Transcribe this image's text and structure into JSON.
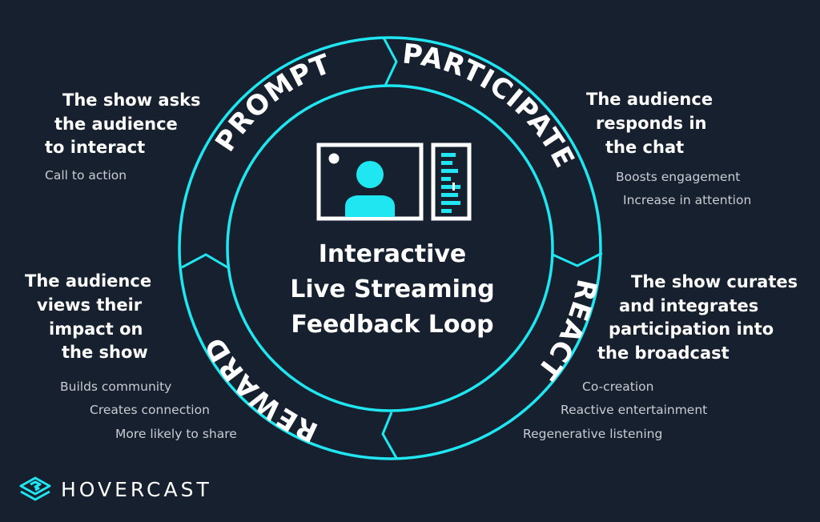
{
  "title": [
    "Interactive",
    "Live Streaming",
    "Feedback Loop"
  ],
  "colors": {
    "background": "#16202e",
    "accent": "#1fe6f0",
    "text": "#ffffff",
    "subtext": "#c9cdd3"
  },
  "stages": [
    {
      "label": "PROMPT",
      "headline": [
        "The show asks",
        "the audience",
        "to interact"
      ],
      "details": [
        "Call to action"
      ]
    },
    {
      "label": "PARTICIPATE",
      "headline": [
        "The audience",
        "responds in",
        "the chat"
      ],
      "details": [
        "Boosts engagement",
        "Increase in attention"
      ]
    },
    {
      "label": "REACT",
      "headline": [
        "The show curates",
        "and integrates",
        "participation into",
        "the broadcast"
      ],
      "details": [
        "Co-creation",
        "Reactive entertainment",
        "Regenerative listening"
      ]
    },
    {
      "label": "REWARD",
      "headline": [
        "The audience",
        "views their",
        "impact on",
        "the show"
      ],
      "details": [
        "Builds community",
        "Creates connection",
        "More likely to share"
      ]
    }
  ],
  "center_icon": "live-stream-video-with-chat-icon",
  "brand": {
    "name": "HOVERCAST",
    "icon": "hovercast-logo-icon"
  }
}
